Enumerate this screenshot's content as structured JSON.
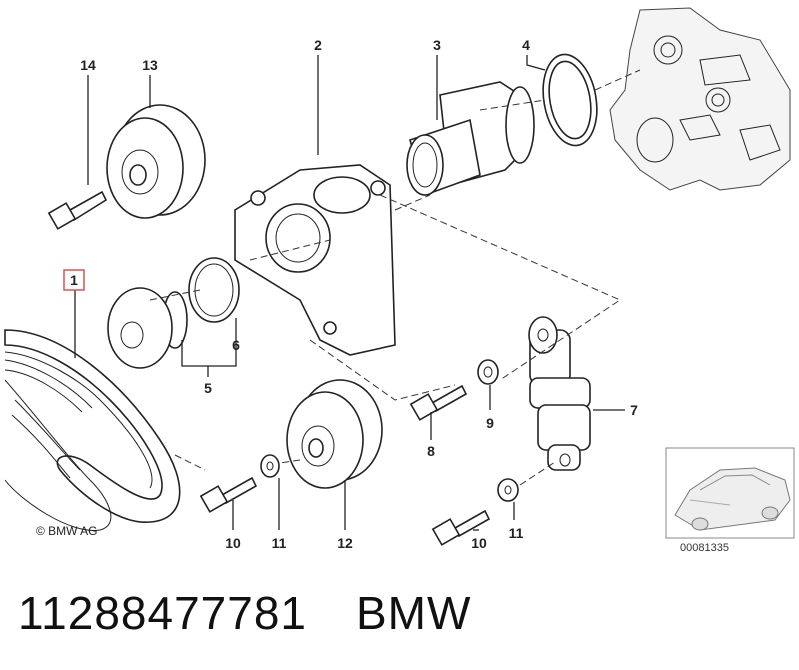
{
  "labels": {
    "l1": "1",
    "l2": "2",
    "l3": "3",
    "l4": "4",
    "l5": "5",
    "l6": "6",
    "l7": "7",
    "l8": "8",
    "l9": "9",
    "l10a": "10",
    "l10b": "10",
    "l11a": "11",
    "l11b": "11",
    "l12": "12",
    "l13": "13",
    "l14": "14"
  },
  "copyright": "© BMW AG",
  "thumb_code": "00081335",
  "part_number": "11288477781",
  "brand": "BMW",
  "colors": {
    "highlight": "#d9534f",
    "line": "#222222"
  }
}
